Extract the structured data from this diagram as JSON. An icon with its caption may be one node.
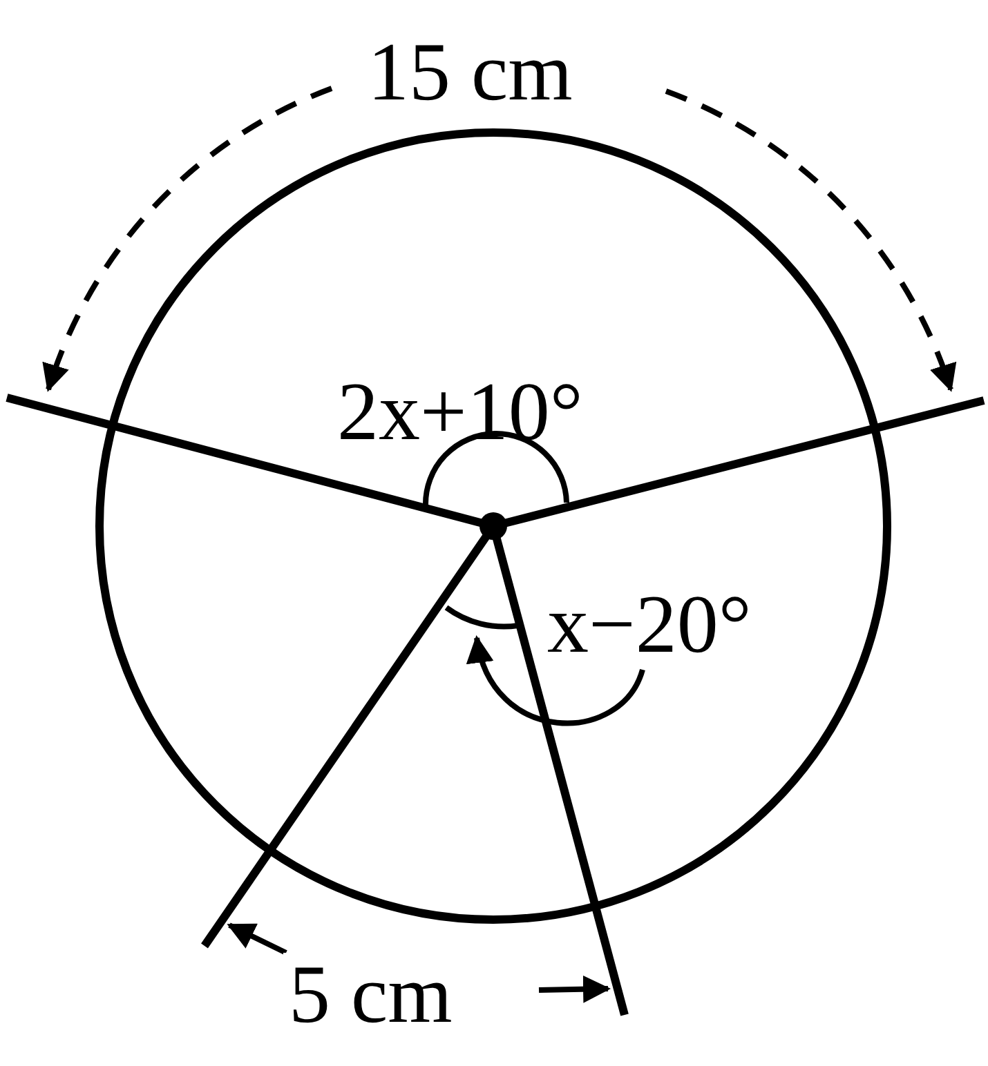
{
  "diagram": {
    "labels": [
      "15 cm",
      "2x+10°",
      "x−20°",
      "5 cm"
    ]
  }
}
